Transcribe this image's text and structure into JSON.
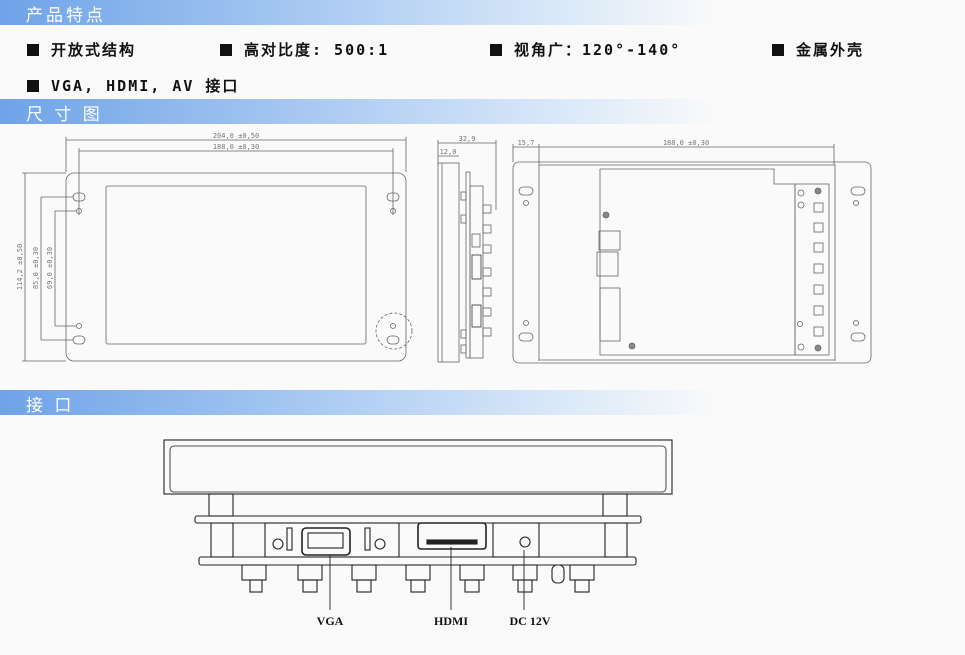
{
  "sections": {
    "features_title": "产品特点",
    "dimensions_title": "尺 寸 图",
    "interfaces_title": "接 口"
  },
  "features": [
    "开放式结构",
    "高对比度: 500:1",
    "视角广：120°-140°",
    "金属外壳",
    "VGA, HDMI, AV 接口"
  ],
  "dimensions": {
    "front_width_total": "204,0 ±0,50",
    "front_width_holes": "188,0 ±0,30",
    "front_height_total": "114,2 ±0,50",
    "front_height_slots": "85,0 ±0,30",
    "front_height_holes": "69,0 ±0,30",
    "side_depth_total": "32,9",
    "side_depth_panel": "12,0",
    "back_offset": "15,7",
    "back_width_holes": "188,0 ±0,30"
  },
  "ports": {
    "vga": "VGA",
    "hdmi": "HDMI",
    "dc": "DC 12V"
  }
}
